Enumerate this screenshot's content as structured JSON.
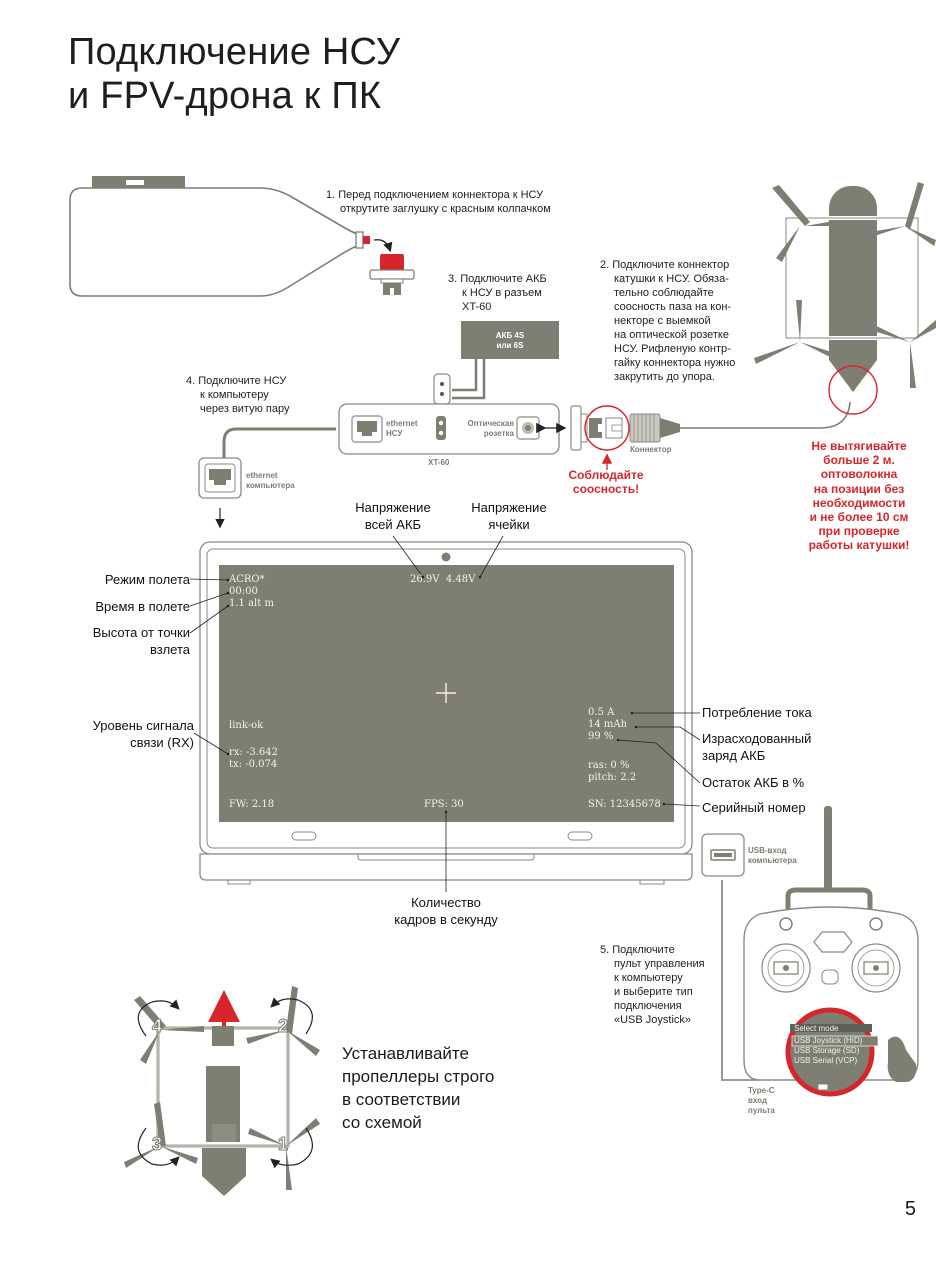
{
  "page": {
    "title_line1": "Подключение НСУ",
    "title_line2": "и FPV-дрона к ПК",
    "page_number": "5"
  },
  "colors": {
    "olive": "#7e7f72",
    "accent_red": "#d7262b",
    "outline": "#8a8a82",
    "osd_text": "#f3f1ea"
  },
  "steps": {
    "step1": {
      "num": "1.",
      "line1": "Перед подключением коннектора к НСУ",
      "line2": "открутите заглушку с красным колпачком"
    },
    "step2": {
      "num": "2.",
      "lines": [
        "Подключите коннектор",
        "катушки к НСУ. Обяза-",
        "тельно соблюдайте",
        "соосность паза на кон-",
        "некторе с выемкой",
        "на оптической розетке",
        "НСУ. Рифленую контр-",
        "гайку коннектора нужно",
        "закрутить до упора."
      ]
    },
    "step3": {
      "num": "3.",
      "lines": [
        "Подключите АКБ",
        "к НСУ в разъем",
        "XT-60"
      ]
    },
    "step4": {
      "num": "4.",
      "lines": [
        "Подключите НСУ",
        "к компьютеру",
        "через витую пару"
      ]
    },
    "step5": {
      "num": "5.",
      "lines": [
        "Подключите",
        "пульт управления",
        "к компьютеру",
        "и выберите тип",
        "подключения",
        "«USB Joystick»"
      ]
    }
  },
  "gcu": {
    "battery_label_1": "АКБ 4S",
    "battery_label_2": "или 6S",
    "ethernet_label_1": "ethernet",
    "ethernet_label_2": "НСУ",
    "optical_label_1": "Оптическая",
    "optical_label_2": "розетка",
    "xt60_label": "XT-60",
    "connector_label": "Коннектор",
    "align_warning_1": "Соблюдайте",
    "align_warning_2": "соосность!",
    "pc_ethernet_1": "ethernet",
    "pc_ethernet_2": "компьютера"
  },
  "warning": {
    "lines": [
      "Не вытягивайте",
      "больше 2 м.",
      "оптоволокна",
      "на позиции без",
      "необходимости",
      "и не более 10 см",
      "при проверке",
      "работы катушки!"
    ]
  },
  "osd": {
    "flight_mode": "ACRO*",
    "flight_time": "00:00",
    "altitude": "1.1 alt m",
    "pack_voltage": "26.9V",
    "cell_voltage": "4.48V",
    "link_status": "link-ok",
    "rx": "rx: -3.642",
    "tx": "tx: -0.074",
    "current": "0.5 A",
    "consumed": "14 mAh",
    "battery_pct": "99 %",
    "ras": "ras: 0 %",
    "pitch": "pitch: 2.2",
    "firmware": "FW: 2.18",
    "fps": "FPS: 30",
    "serial": "SN: 12345678"
  },
  "callouts": {
    "pack_voltage_1": "Напряжение",
    "pack_voltage_2": "всей АКБ",
    "cell_voltage_1": "Напряжение",
    "cell_voltage_2": "ячейки",
    "flight_mode": "Режим полета",
    "flight_time": "Время в полете",
    "altitude_1": "Высота от точки",
    "altitude_2": "взлета",
    "signal_1": "Уровень сигнала",
    "signal_2": "связи (RX)",
    "current": "Потребление тока",
    "consumed_1": "Израсходованный",
    "consumed_2": "заряд АКБ",
    "remaining": "Остаток АКБ в %",
    "serial": "Серийный номер",
    "fps_1": "Количество",
    "fps_2": "кадров в секунду"
  },
  "controller": {
    "usb_label_1": "USB-вход",
    "usb_label_2": "компьютера",
    "typec_1": "Type-C",
    "typec_2": "вход",
    "typec_3": "пульта",
    "menu_title": "Select mode",
    "menu_options": [
      "USB Joystick (HID)",
      "USB Storage (SD)",
      "USB Serial (VCP)"
    ],
    "selected_option": "USB Joystick (HID)"
  },
  "propellers": {
    "numbers": [
      "1",
      "2",
      "3",
      "4"
    ],
    "instruction": [
      "Устанавливайте",
      "пропеллеры строго",
      "в соответствии",
      "со схемой"
    ]
  }
}
